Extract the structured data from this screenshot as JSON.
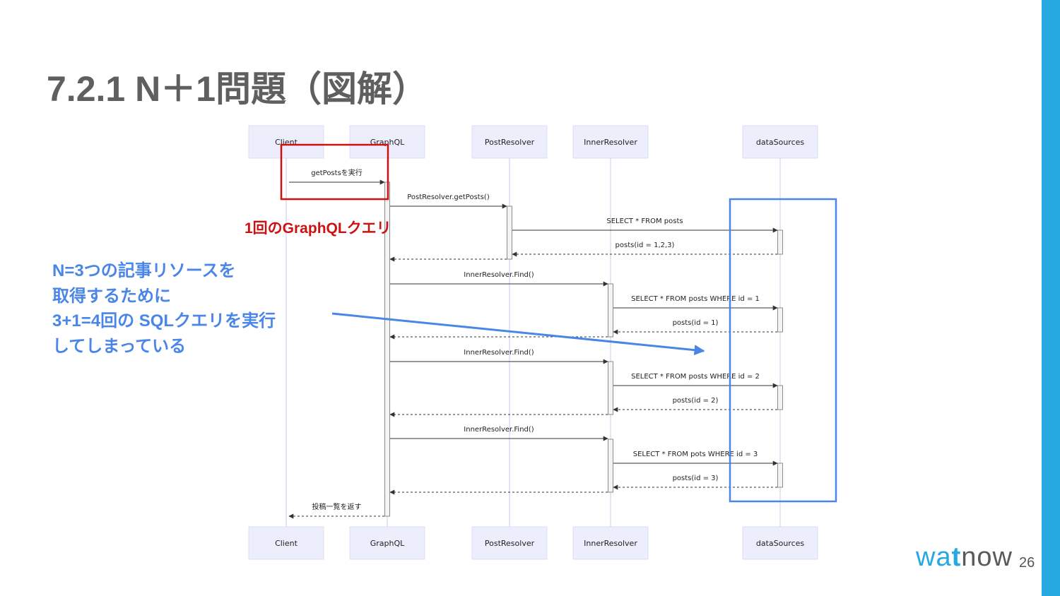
{
  "slide": {
    "title": "7.2.1 N＋1問題（図解）",
    "page_number": "26",
    "logo": {
      "w": "wa",
      "t": "t",
      "now": "now"
    }
  },
  "annotations": {
    "red_note": "1回のGraphQLクエリ",
    "blue_note_lines": [
      "N=3つの記事リソースを",
      "取得するために",
      "3+1=4回の SQLクエリを実行",
      "してしまっている"
    ]
  },
  "diagram": {
    "participants": [
      "Client",
      "GraphQL",
      "PostResolver",
      "InnerResolver",
      "dataSources"
    ],
    "messages": [
      {
        "from": 0,
        "to": 1,
        "label": "getPostsを実行",
        "type": "sync"
      },
      {
        "from": 1,
        "to": 2,
        "label": "PostResolver.getPosts()",
        "type": "sync"
      },
      {
        "from": 2,
        "to": 4,
        "label": "SELECT * FROM posts",
        "type": "sync"
      },
      {
        "from": 4,
        "to": 2,
        "label": "posts(id = 1,2,3)",
        "type": "reply"
      },
      {
        "from": 2,
        "to": 1,
        "label": "",
        "type": "reply"
      },
      {
        "from": 1,
        "to": 3,
        "label": "InnerResolver.Find()",
        "type": "sync"
      },
      {
        "from": 3,
        "to": 4,
        "label": "SELECT * FROM posts WHERE id = 1",
        "type": "sync"
      },
      {
        "from": 4,
        "to": 3,
        "label": "posts(id = 1)",
        "type": "reply"
      },
      {
        "from": 3,
        "to": 1,
        "label": "",
        "type": "reply"
      },
      {
        "from": 1,
        "to": 3,
        "label": "InnerResolver.Find()",
        "type": "sync"
      },
      {
        "from": 3,
        "to": 4,
        "label": "SELECT * FROM posts WHERE id = 2",
        "type": "sync"
      },
      {
        "from": 4,
        "to": 3,
        "label": "posts(id = 2)",
        "type": "reply"
      },
      {
        "from": 3,
        "to": 1,
        "label": "",
        "type": "reply"
      },
      {
        "from": 1,
        "to": 3,
        "label": "InnerResolver.Find()",
        "type": "sync"
      },
      {
        "from": 3,
        "to": 4,
        "label": "SELECT * FROM pots WHERE id = 3",
        "type": "sync"
      },
      {
        "from": 4,
        "to": 3,
        "label": "posts(id = 3)",
        "type": "reply"
      },
      {
        "from": 3,
        "to": 1,
        "label": "",
        "type": "reply"
      },
      {
        "from": 1,
        "to": 0,
        "label": "投稿一覧を返す",
        "type": "reply"
      }
    ]
  },
  "colors": {
    "accent_bar": "#26a9e0",
    "red_highlight": "#cc1111",
    "blue_highlight": "#4a86e8",
    "title": "#5f5f5f"
  }
}
